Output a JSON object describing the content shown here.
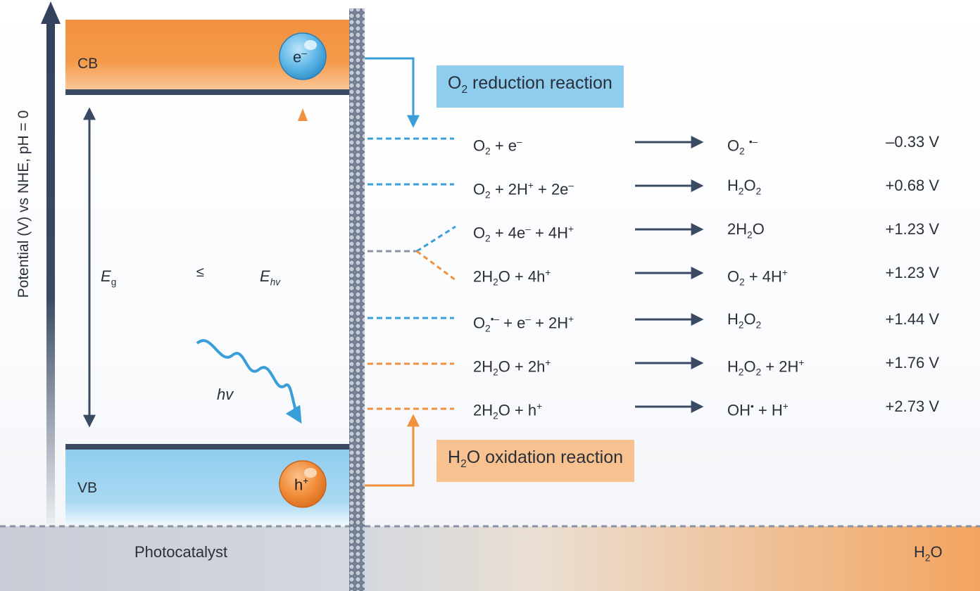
{
  "axis": {
    "label": "Potential (V) vs NHE, pH = 0"
  },
  "bands": {
    "cb_label": "CB",
    "vb_label": "VB",
    "electron": "e",
    "electron_sup": "–",
    "hole": "h",
    "hole_sup": "+"
  },
  "energies": {
    "eg": "E",
    "eg_sub": "g",
    "le": "≤",
    "ehv": "E",
    "ehv_sub": "hv",
    "hv": "hv"
  },
  "boxes": {
    "reduction": {
      "pre": "O",
      "sub": "2",
      "post": " reduction reaction"
    },
    "oxidation": {
      "pre": "H",
      "sub": "2",
      "post": "O oxidation reaction"
    }
  },
  "reactions": [
    {
      "lhs": "O<sub>2</sub> + e<sup>–</sup>",
      "rhs": "O<sub>2</sub> <sup>•–</sup>",
      "potential": "–0.33 V",
      "color": "#3a9fd8"
    },
    {
      "lhs": "O<sub>2</sub> + 2H<sup>+</sup> + 2e<sup>–</sup>",
      "rhs": "H<sub>2</sub>O<sub>2</sub>",
      "potential": "+0.68 V",
      "color": "#3a9fd8"
    },
    {
      "lhs": "O<sub>2</sub> + 4e<sup>–</sup> + 4H<sup>+</sup>",
      "rhs": "2H<sub>2</sub>O",
      "potential": "+1.23 V",
      "color": "#3a9fd8"
    },
    {
      "lhs": "2H<sub>2</sub>O + 4h<sup>+</sup>",
      "rhs": "O<sub>2</sub> + 4H<sup>+</sup>",
      "potential": "+1.23 V",
      "color": "#f0913e"
    },
    {
      "lhs": "O<sub>2</sub><sup>•–</sup> + e<sup>–</sup> + 2H<sup>+</sup>",
      "rhs": "H<sub>2</sub>O<sub>2</sub>",
      "potential": "+1.44 V",
      "color": "#3a9fd8"
    },
    {
      "lhs": "2H<sub>2</sub>O + 2h<sup>+</sup>",
      "rhs": "H<sub>2</sub>O<sub>2</sub> + 2H<sup>+</sup>",
      "potential": "+1.76 V",
      "color": "#f0913e"
    },
    {
      "lhs": "2H<sub>2</sub>O + h<sup>+</sup>",
      "rhs": "OH<sup>•</sup> + H<sup>+</sup>",
      "potential": "+2.73 V",
      "color": "#f0913e"
    }
  ],
  "bottom": {
    "photocatalyst": "Photocatalyst",
    "water_pre": "H",
    "water_sub": "2",
    "water_post": "O"
  },
  "colors": {
    "dark": "#3b4a63",
    "orange": "#f0913e",
    "blue": "#3a9fd8",
    "reduction_box": "#8fcdef",
    "oxidation_box": "#f7c28f"
  }
}
